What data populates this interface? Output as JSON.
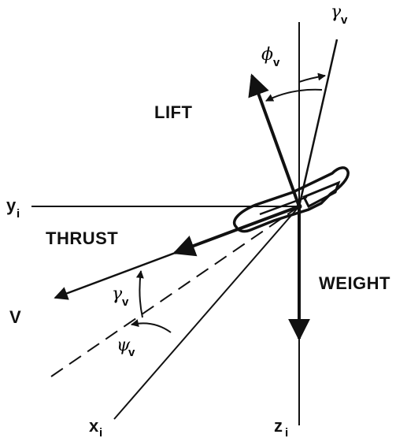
{
  "labels": {
    "lift": "LIFT",
    "thrust": "THRUST",
    "weight": "WEIGHT",
    "velocity": "V",
    "axis_y": "y",
    "axis_y_sub": "i",
    "axis_x": "x",
    "axis_x_sub": "i",
    "axis_z": "z",
    "axis_z_sub": "i",
    "gamma_top": "γ",
    "gamma_top_sub": "v",
    "phi": "ϕ",
    "phi_sub": "v",
    "gamma_left": "γ",
    "gamma_left_sub": "v",
    "psi": "ψ",
    "psi_sub": "v"
  },
  "colors": {
    "ink": "#111111",
    "background": "#ffffff"
  }
}
